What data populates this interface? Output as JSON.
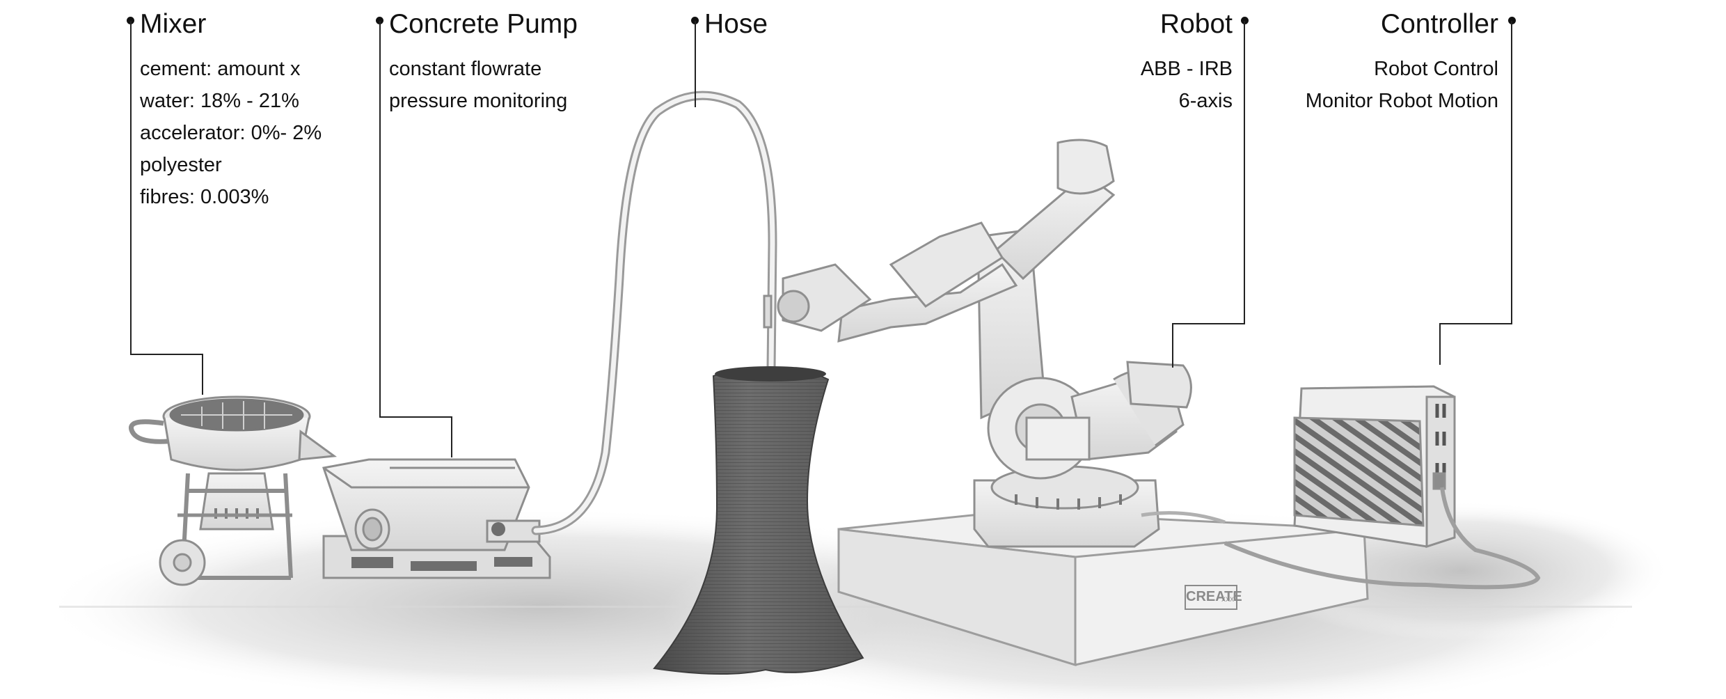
{
  "callouts": {
    "mixer": {
      "title": "Mixer",
      "lines": [
        "cement: amount x",
        "water: 18% - 21%",
        "accelerator: 0%- 2%",
        "polyester",
        "fibres: 0.003%"
      ]
    },
    "pump": {
      "title": "Concrete Pump",
      "lines": [
        "constant flowrate",
        "pressure monitoring"
      ]
    },
    "hose": {
      "title": "Hose",
      "lines": []
    },
    "robot": {
      "title": "Robot",
      "lines": [
        "ABB - IRB",
        "6-axis"
      ]
    },
    "controller": {
      "title": "Controller",
      "lines": [
        "Robot Control",
        "Monitor Robot Motion"
      ]
    }
  },
  "platform_label": "CREATE",
  "colors": {
    "text": "#111111",
    "leader": "#222222",
    "machine": "#e6e6e6",
    "machine_edge": "#9a9a9a",
    "printed_column": "#5c5c5c",
    "shadow": "#cfcfcf"
  }
}
